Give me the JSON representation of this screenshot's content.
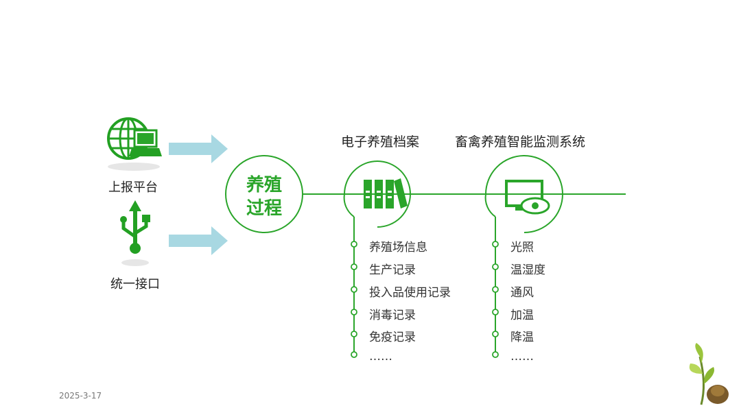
{
  "left": {
    "platform_label": "上报平台",
    "interface_label": "统一接口"
  },
  "center": {
    "line1": "养殖",
    "line2": "过程"
  },
  "archive": {
    "title": "电子养殖档案",
    "items": [
      "养殖场信息",
      "生产记录",
      "投入品使用记录",
      "消毒记录",
      "免疫记录",
      "……"
    ]
  },
  "monitor": {
    "title": "畜禽养殖智能监测系统",
    "items": [
      "光照",
      "温湿度",
      "通风",
      "加温",
      "降温",
      "……"
    ]
  },
  "footer": {
    "date": "2025-3-17"
  },
  "colors": {
    "green": "#2aa52a",
    "arrow": "#a8d8e2"
  }
}
